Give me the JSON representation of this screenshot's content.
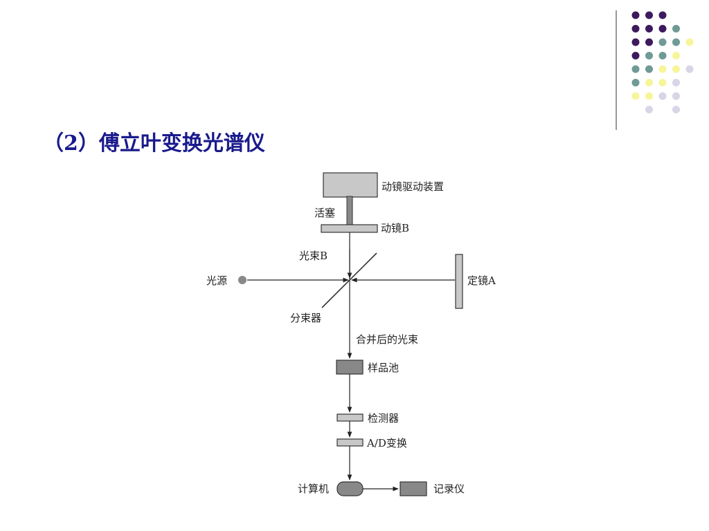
{
  "slide": {
    "title": "（2）傅立叶变换光谱仪"
  },
  "diagram": {
    "labels": {
      "drive": "动镜驱动装置",
      "piston": "活塞",
      "moving_mirror": "动镜B",
      "beam_b": "光束B",
      "source": "光源",
      "fixed_mirror": "定镜A",
      "splitter": "分束器",
      "combined_beam": "合并后的光束",
      "sample_cell": "样品池",
      "detector": "检测器",
      "ad_converter": "A/D变换",
      "computer": "计算机",
      "recorder": "记录仪"
    }
  },
  "colors": {
    "title": "#1a1a8c",
    "dot_purple": "#3d1a5e",
    "dot_teal": "#6f9a96",
    "dot_yellow": "#f7f59a",
    "dot_lavender": "#d6d6e6",
    "box_light": "#c8c8c8",
    "box_dark": "#888888"
  }
}
